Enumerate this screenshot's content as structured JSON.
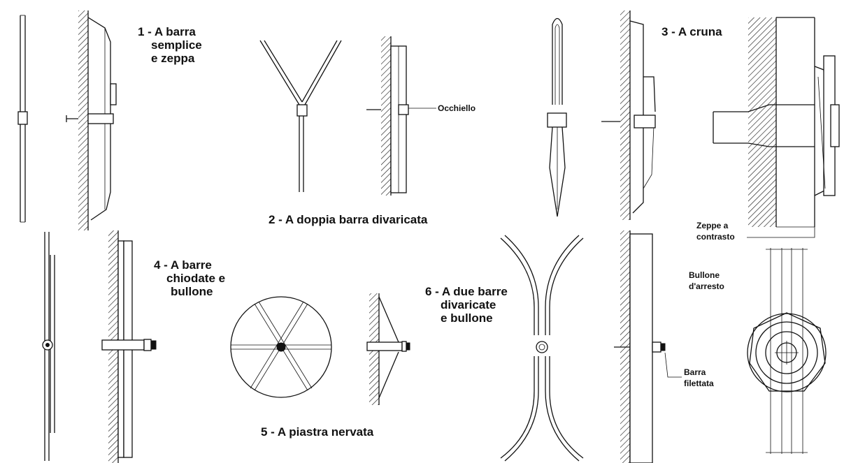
{
  "labels": {
    "fig1": [
      "1 - A barra",
      "semplice",
      "e zeppa"
    ],
    "fig2": "2 - A doppia barra divaricata",
    "occhiello": "Occhiello",
    "fig3": "3 - A cruna",
    "zeppe": [
      "Zeppe a",
      "contrasto"
    ],
    "fig4": [
      "4 - A barre",
      "chiodate e",
      "bullone"
    ],
    "fig5": "5 - A piastra nervata",
    "fig6": [
      "6 - A due barre",
      "divaricate",
      "e bullone"
    ],
    "bullone": [
      "Bullone",
      "d'arresto"
    ],
    "barra": [
      "Barra",
      "filettata"
    ]
  }
}
